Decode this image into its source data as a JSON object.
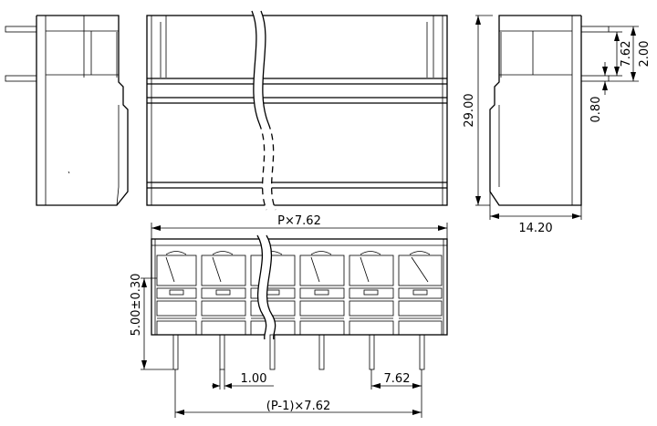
{
  "dimensions": {
    "height": "29.00",
    "pin_length": "2.00",
    "offset_762": "7.62",
    "pin_offset": "0.80",
    "depth": "14.20",
    "total_width": "P×7.62",
    "pitch_height": "5.00±0.30",
    "pin_width": "1.00",
    "pitch": "7.62",
    "span": "(P-1)×7.62"
  },
  "pin_count": 6,
  "colors": {
    "line": "#000000",
    "background": "#ffffff"
  }
}
